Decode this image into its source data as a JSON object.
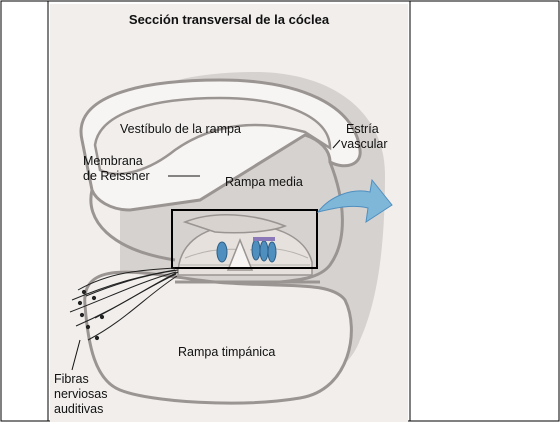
{
  "diagram": {
    "title": "Sección transversal de la cóclea",
    "labels": {
      "scala_vestibuli": "Vestíbulo de la rampa",
      "reissner_line1": "Membrana",
      "reissner_line2": "de Reissner",
      "scala_media": "Rampa media",
      "stria_line1": "Estría",
      "stria_line2": "vascular",
      "scala_tympani": "Rampa timpánica",
      "fibers_line1": "Fibras",
      "fibers_line2": "nerviosas",
      "fibers_line3": "auditivas"
    },
    "colors": {
      "background": "#f1eeec",
      "shadow": "#d6d2cf",
      "outline": "#9a9592",
      "arrow": "#7fb7d8",
      "hair_cell": "#4f8fc0",
      "box": "#000000"
    }
  }
}
